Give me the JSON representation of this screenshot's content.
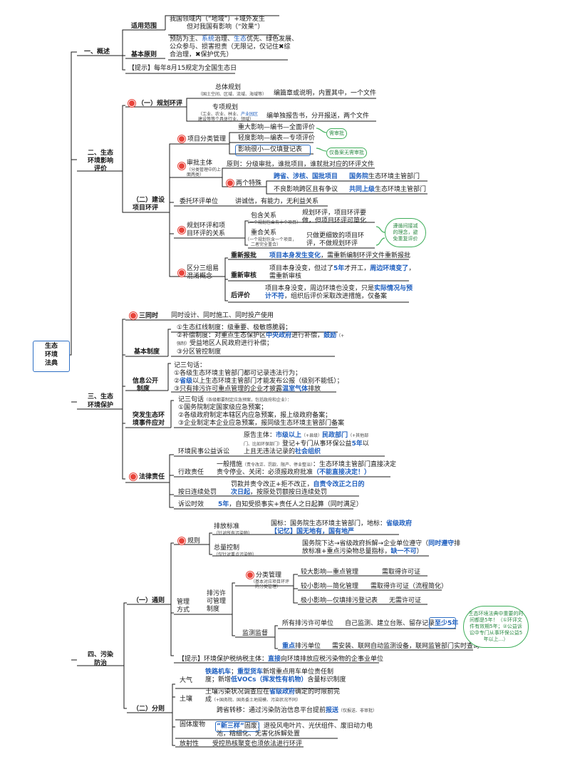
{
  "root": {
    "line1": "生态",
    "line2": "环境",
    "line3": "法典"
  },
  "s1": {
    "title": "一、概述",
    "scope_label": "适用范围",
    "scope_l1": "我国领域内（“地域”）+域外发生",
    "scope_l2": "但对我国有影响（“效果”）",
    "principle_label": "基本原则",
    "principle_l1_a": "预防为主、",
    "principle_l1_b": "系统",
    "principle_l1_c": "治理、",
    "principle_l1_d": "生态",
    "principle_l1_e": "优先、绿色发展、",
    "principle_l2": "公众参与、损害担责（无限记，仅记住✖综",
    "principle_l3": "合治理，✖保护优先）",
    "tip": "【提示】每年8月15规定为全国生态日"
  },
  "s2": {
    "title_l1": "二、生态",
    "title_l2": "环境影响",
    "title_l3": "评价",
    "plan_label": "（一）规划环评",
    "overall": "总体规划",
    "overall_sub": "（国土空间、区域、流域、海域等）",
    "overall_desc": "编篇章或说明，内置其中，一个文件",
    "special": "专项规划",
    "special_sub1": "（工业、农业、林业、",
    "special_sub1b": "产业园区",
    "special_sub2": "建设等等个具体行业、领域）",
    "special_desc": "编单独报告书，分开报送，两个文件",
    "proj_label_l1": "（二）建设",
    "proj_label_l2": "项目环评",
    "classify": "项目分类管理",
    "major": "重大影响—编书—全面评价",
    "minor": "轻度影响—编表—专项评价",
    "tiny": "影响很小—仅填登记表",
    "bubble1": "需审批",
    "bubble2": "仅备案无需审批",
    "approver": "审批主体",
    "approver_sub": "（分类管理中的上面两类）",
    "principle": "原则：分级审批，谁批项目，谁就批对应的环评文件",
    "two_special": "两个特殊",
    "cross": "跨省、涉核、国批项目",
    "cross_to": "国务院",
    "cross_to2": "生态环境主管部门",
    "dispute": "不良影响跨区且有争议",
    "dispute_to": "共同上级",
    "dispute_to2": "生态环境主管部门",
    "entrust": "委托环评单位",
    "entrust_desc": "讲诚信，有能力，无利益关系",
    "rel_l1": "规划环评和项",
    "rel_l2": "目环评的关系",
    "contain": "包含关系",
    "contain_sub": "（一个规划包含有十个项目）",
    "contain_desc1": "规划环评，项目环评要",
    "contain_desc2": "做，但项目环评可简化",
    "overlap": "重合关系",
    "overlap_sub1": "（一个规划包含一个项目，",
    "overlap_sub2": "二者完全重合）",
    "overlap_desc1": "只做更细致的项目环",
    "overlap_desc2": "评，不做规划环评",
    "bubble3": "遵循间接减 的理念，避 免重复评价",
    "three_l1": "区分三组易",
    "three_l2": "混淆概念",
    "reapprove": "重新报批",
    "reapprove_a": "项目本身发生变化",
    "reapprove_b": "，需重新编制环评文件重新报批",
    "rereview": "重新审核",
    "rereview_l1_a": "项目本身没变，但过了",
    "rereview_l1_b": "5年",
    "rereview_l1_c": "才开工，",
    "rereview_l1_d": "周边环境变了",
    "rereview_l1_e": "，",
    "rereview_l2": "需重新审核",
    "post": "后评价",
    "post_l1_a": "项目本身没变，周边环境也没变，只是",
    "post_l1_b": "实际情况与预",
    "post_l2_a": "计不符",
    "post_l2_b": "，组织后评价采取改进措施，仅备案"
  },
  "s3": {
    "title_l1": "三、生态",
    "title_l2": "环境保护",
    "three_sim": "三同时",
    "three_sim_desc": "同时设计、同时施工、同时投产使用",
    "basic": "基本制度",
    "basic_l1": "①生态红线制度：级重要、极敏感脆弱；",
    "basic_l2_a": "②补偿制度：对重点生态保护区",
    "basic_l2_b": "中央政府",
    "basic_l2_c": "进行补偿，",
    "basic_l2_d": "鼓励",
    "basic_l2_e": "（+",
    "basic_l3_pre": "强制）",
    "basic_l3": "受益地区人民政府进行补偿；",
    "basic_l4": "③分区管控制度",
    "info_l1": "信息公开",
    "info_l2": "制度",
    "info_h": "记三句话：",
    "info_1": "①各级生态环境主管部门都可记录违法行为；",
    "info_2_a": "②",
    "info_2_b": "省级",
    "info_2_c": "以上生态环境主管部门才能发布公报（级别不能低）；",
    "info_3_a": "③只有排污许可重点管理的企业才披露",
    "info_3_b": "温室气体",
    "info_3_c": "排放",
    "emer_l1": "突发生态环",
    "emer_l2": "境事件应对",
    "emer_h": "记三句话",
    "emer_h_sub": "（各级都要制定应急预案，包括政府和企业）：",
    "emer_1": "①国务院制定国家级应急预案；",
    "emer_2": "②各级政府制定本辖区内应急预案，报上级政府备案；",
    "emer_3": "③企业制定本企业应急预案，报同级生态环境主管部门备案",
    "legal": "法律责任",
    "pil": "环境民事公益诉讼",
    "pil_l1_a": "原告主体：",
    "pil_l1_b": "市级以上",
    "pil_l1_c": "（+县级）",
    "pil_l1_d": "民政部门",
    "pil_l1_e": "（+其他部",
    "pil_l2_a": "门、比如环保部门）",
    "pil_l2_b": "登记+专门从事环保公益",
    "pil_l2_c": "5年",
    "pil_l2_d": "以",
    "pil_l3_a": "上且无违法记录的",
    "pil_l3_b": "社会组织",
    "admin": "行政责任",
    "admin_l1_a": "一般措施",
    "admin_l1_b": "（责令改正、罚款、限产、停业整治）",
    "admin_l1_c": "：生态环境主管部门直接决定",
    "admin_l2_a": "责令停业、关闭：必须报政府批准",
    "admin_l2_b": "（不能直接决定！）",
    "daily": "按日连续处罚",
    "daily_l1_a": "罚款并责令改正+拒不改正，",
    "daily_l1_b": "自责令改正之日的",
    "daily_l2_a": "次日起",
    "daily_l2_b": "，按原处罚额按日连续处罚",
    "limit": "诉讼时效",
    "limit_a": "5年",
    "limit_b": "，自知受损事实+责任人之日起算（同时满足）"
  },
  "s4": {
    "title_l1": "四、污染",
    "title_l2": "防治",
    "general": "（一）通则",
    "rules": "规则",
    "discharge": "排放标准",
    "discharge_sub": "（针对所有污染物）",
    "discharge_l1_a": "国标：国务院生态环境主管部门，地标：",
    "discharge_l1_b": "省级政府",
    "discharge_l2": "【记忆】国无地有，国有地严",
    "total": "总量控制",
    "total_sub": "（仅针对重点污染物）",
    "total_l1_a": "国务院下达→省级政府拆解→企业单位遵守（",
    "total_l1_b": "同时遵守",
    "total_l1_c": "排",
    "total_l2_a": "放标准+重点污染物总量指标，",
    "total_l2_b": "缺一不可",
    "total_l2_c": "）",
    "mgmt_l1": "管理",
    "mgmt_l2": "方式",
    "permit_l1": "排污许",
    "permit_l2": "可管理",
    "permit_l3": "制度",
    "classmgmt": "分类管理",
    "classmgmt_sub1": "（基本对应项目环评",
    "classmgmt_sub2": "的分类管理）",
    "c_big": "较大影响—重点管理",
    "c_big_r": "需取得许可证",
    "c_small": "较小影响—简化管理",
    "c_small_r": "需取得许可证（流程简化）",
    "c_tiny": "极小影响—仅填排污登记表",
    "c_tiny_r": "无需许可证",
    "monitor": "监测监督",
    "all_units": "所有排污许可单位",
    "all_units_a": "自己监测、建立台账、留存记录",
    "all_units_b": "至少5年",
    "key_units": "重点",
    "key_units_b": "排污单位",
    "key_units_desc": "需安装、联网自动监测设备，联网监管部门实时查询",
    "note": "生态环境法典中重要的时间都是5年！（①环评文件有效期5年；②公益诉讼中专门从事环保公益5年以上...）",
    "tip_a": "【提示】环境保护税纳税主体：",
    "tip_b": "直接",
    "tip_c": "向环境排放应税污染物的企事业单位",
    "sub": "（二）分则",
    "air": "大气",
    "air_l1_a": "铁路机车",
    "air_l1_b": "；",
    "air_l1_c": "重型货车",
    "air_l1_d": "新增重点用车单位责任制",
    "air_l2_a": "度；新增",
    "air_l2_b": "低VOCs（挥发性有机物）",
    "air_l2_c": "含量标识制度",
    "soil": "土壤",
    "soil_l1_a": "土壤污染状况调查应在",
    "soil_l1_b": "省级政府",
    "soil_l1_c": "确定的时限前完",
    "soil_l2_a": "成",
    "soil_l2_b": "（+国务院、国务委土地规模、污染状况不同）",
    "solid": "固体废物",
    "solid_l1_a": "跨省转移：通过污染防治信息平台提前",
    "solid_l1_b": "报送",
    "solid_l1_c": "（仅报送、非审批）",
    "solid_l2_a": "“新三样”",
    "solid_l2_b": "固废",
    "solid_l2_c": "：退役风电叶片、光伏组件、废旧动力电",
    "solid_l3": "池，精细化、无害化拆解处置",
    "radio": "放射性",
    "radio_desc": "受控热核聚变也须依法进行环评"
  }
}
